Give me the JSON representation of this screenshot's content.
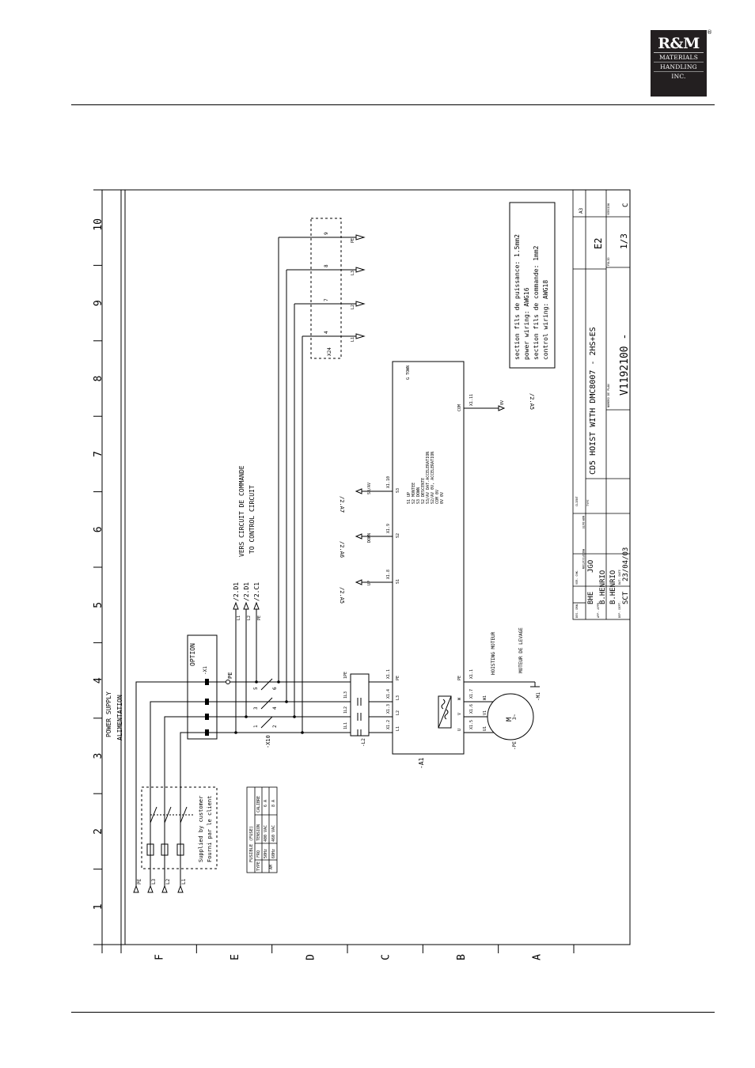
{
  "logo": {
    "brand": "R&M",
    "line1": "MATERIALS",
    "line2": "HANDLING",
    "line3": "INC.",
    "registered": "®"
  },
  "grid": {
    "columns": [
      "1",
      "2",
      "3",
      "4",
      "5",
      "6",
      "7",
      "8",
      "9",
      "10"
    ],
    "rows": [
      "F",
      "E",
      "D",
      "C",
      "B",
      "A"
    ]
  },
  "power_supply": {
    "label": "POWER SUPPLY",
    "label_fr": "ALIMENTATION"
  },
  "lines": [
    "L1",
    "L2",
    "L3",
    "PE"
  ],
  "customer": {
    "note1": "Supplied by customer",
    "note2": "Fourni par le client"
  },
  "fuse_table": {
    "title": "FUSIBLE (FUSE)",
    "headers": [
      "TYPE",
      "FRQ",
      "TENSION",
      "CALIBRE"
    ],
    "rows": [
      [
        "AM",
        "50Hz",
        "400 VAC",
        "6 A"
      ],
      [
        "",
        "60Hz",
        "460 VAC",
        "8 A"
      ]
    ]
  },
  "option": {
    "label": "OPTION",
    "tag": "-X1"
  },
  "pe_label": "PE",
  "x10": "-X10",
  "x10_terminals": [
    "1",
    "2",
    "3",
    "4",
    "5",
    "6"
  ],
  "control_refs": [
    "/2.D1",
    "/2.D1",
    "/2.C1"
  ],
  "control_wires": [
    "L1",
    "L2",
    "PE"
  ],
  "control_circuit": {
    "fr": "VERS CIRCUIT DE COMMANDE",
    "en": "TO CONTROL CIRCUIT"
  },
  "filter": {
    "tag": "-L2",
    "labels": [
      "1L1",
      "1L2",
      "1L3",
      "1PE"
    ]
  },
  "a1": {
    "tag": "-A1",
    "inputs": [
      "X1.2",
      "X1.3",
      "X1.4",
      "X1.1"
    ],
    "terminals": [
      "L1",
      "L2",
      "L3",
      "PE"
    ],
    "outputs": [
      "X1.5",
      "X1.6",
      "X1.7",
      "X1.1"
    ],
    "out_terms": [
      "U",
      "V",
      "W",
      "PE"
    ],
    "signals": [
      {
        "x": "X1.8",
        "t": "S1",
        "sig": "UP",
        "ref": "/2.A5"
      },
      {
        "x": "X1.9",
        "t": "S2",
        "sig": "DOWN",
        "ref": "/2.A6"
      },
      {
        "x": "X1.10",
        "t": "S3",
        "sig": "S3/AV",
        "ref": "/2.A7"
      }
    ],
    "legend": [
      "S1   UP",
      "S2   MONTEE",
      "S3   DOWN",
      "S2   DESCENTE",
      "S3/AV DAT.ACCELERATION",
      "S2/AV 0V, ACCELERATION",
      "COM  0V",
      "0V   0V"
    ],
    "com": {
      "x": "X1.11",
      "t": "COM",
      "sig": "0V",
      "ref": "/2.A5"
    },
    "top": "G TOWN"
  },
  "x24": {
    "tag": "X24",
    "terminals": [
      "4",
      "7",
      "8",
      "9"
    ],
    "wires": [
      "L1",
      "L2",
      "L3",
      "PE"
    ]
  },
  "motor": {
    "tag": "-M1",
    "label1": "HOISTING MOTEUR",
    "label2": "MOTEUR DE LEVAGE",
    "symbol": "M",
    "phase": "3~",
    "terms": [
      "U1",
      "V1",
      "W1"
    ],
    "pe": "-PE"
  },
  "notes": [
    "section fils de puissance: 1.5mm2",
    "power wiring: AWG16",
    "section fils de commande: 1mm2",
    "control wiring: AWG18"
  ],
  "title_block": {
    "title": "CD5 HOIST WITH DMC8007 - 2HS+ES",
    "number": "V1192100 -",
    "sheet": "E2",
    "page": "1/3",
    "format": "A3",
    "revision": "C",
    "drawn": "BHE",
    "checked": "JGO",
    "designer": "B.HENRIO",
    "approved": "B.HENRIO",
    "date": "23/04/03",
    "dept": "SCT",
    "headers": [
      "DES. DRN.",
      "DAT. DATE",
      "VER. CHK.",
      "APP. APPR.",
      "DEP. DEPT.",
      "CLIENT",
      "TYPE",
      "NUMERO DE PLAN",
      "FOLIO",
      "VERSION",
      "MODIFICATION",
      "DATE",
      "NOM"
    ]
  }
}
